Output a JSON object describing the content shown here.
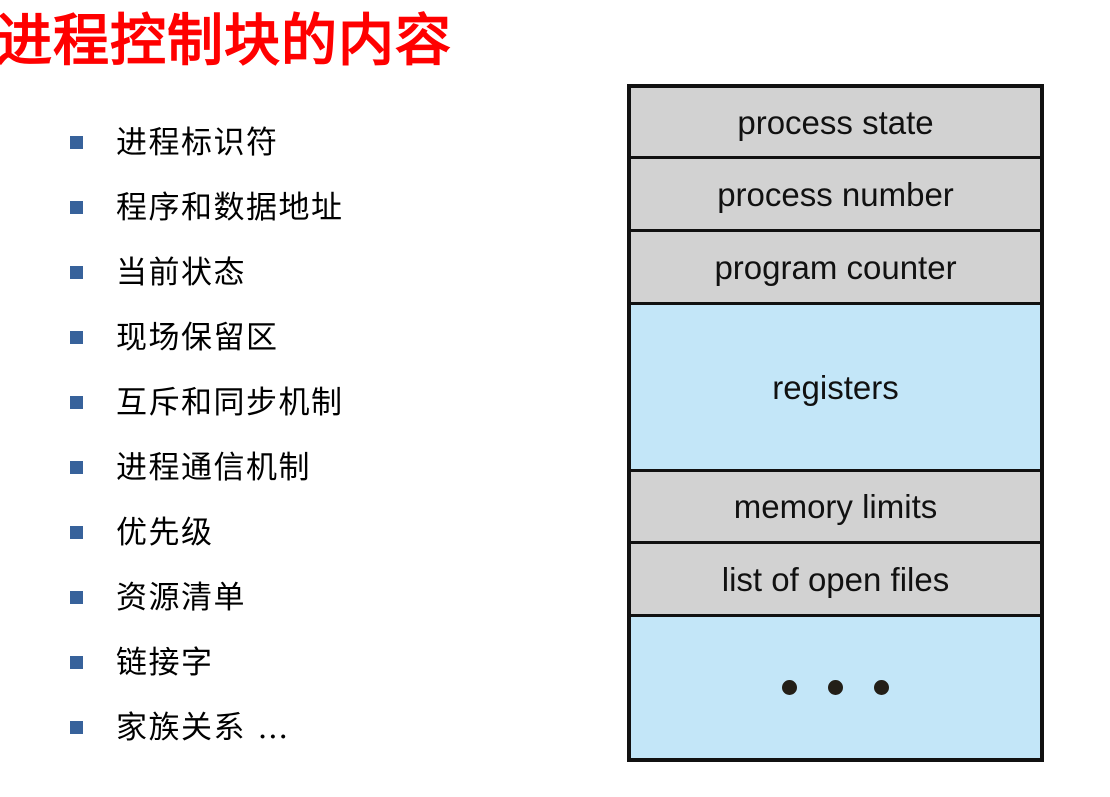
{
  "slide": {
    "title": "进程控制块的内容",
    "title_color": "#ff0000",
    "background_color": "#ffffff"
  },
  "bullets": {
    "marker_color": "#37629b",
    "items": [
      {
        "label": "进程标识符"
      },
      {
        "label": "程序和数据地址"
      },
      {
        "label": "当前状态"
      },
      {
        "label": "现场保留区"
      },
      {
        "label": "互斥和同步机制"
      },
      {
        "label": "进程通信机制"
      },
      {
        "label": "优先级"
      },
      {
        "label": "资源清单"
      },
      {
        "label": "链接字"
      },
      {
        "label": "家族关系 …"
      }
    ]
  },
  "pcb_diagram": {
    "name": "process-control-block",
    "border_color": "#111111",
    "gray_fill": "#d2d2d2",
    "blue_fill": "#c3e6f8",
    "rows": [
      {
        "label": "process state",
        "fill": "gray"
      },
      {
        "label": "process number",
        "fill": "gray"
      },
      {
        "label": "program counter",
        "fill": "gray"
      },
      {
        "label": "registers",
        "fill": "blue"
      },
      {
        "label": "memory limits",
        "fill": "gray"
      },
      {
        "label": "list of open files",
        "fill": "gray"
      },
      {
        "label": "",
        "fill": "blue",
        "dots": 3
      }
    ]
  }
}
